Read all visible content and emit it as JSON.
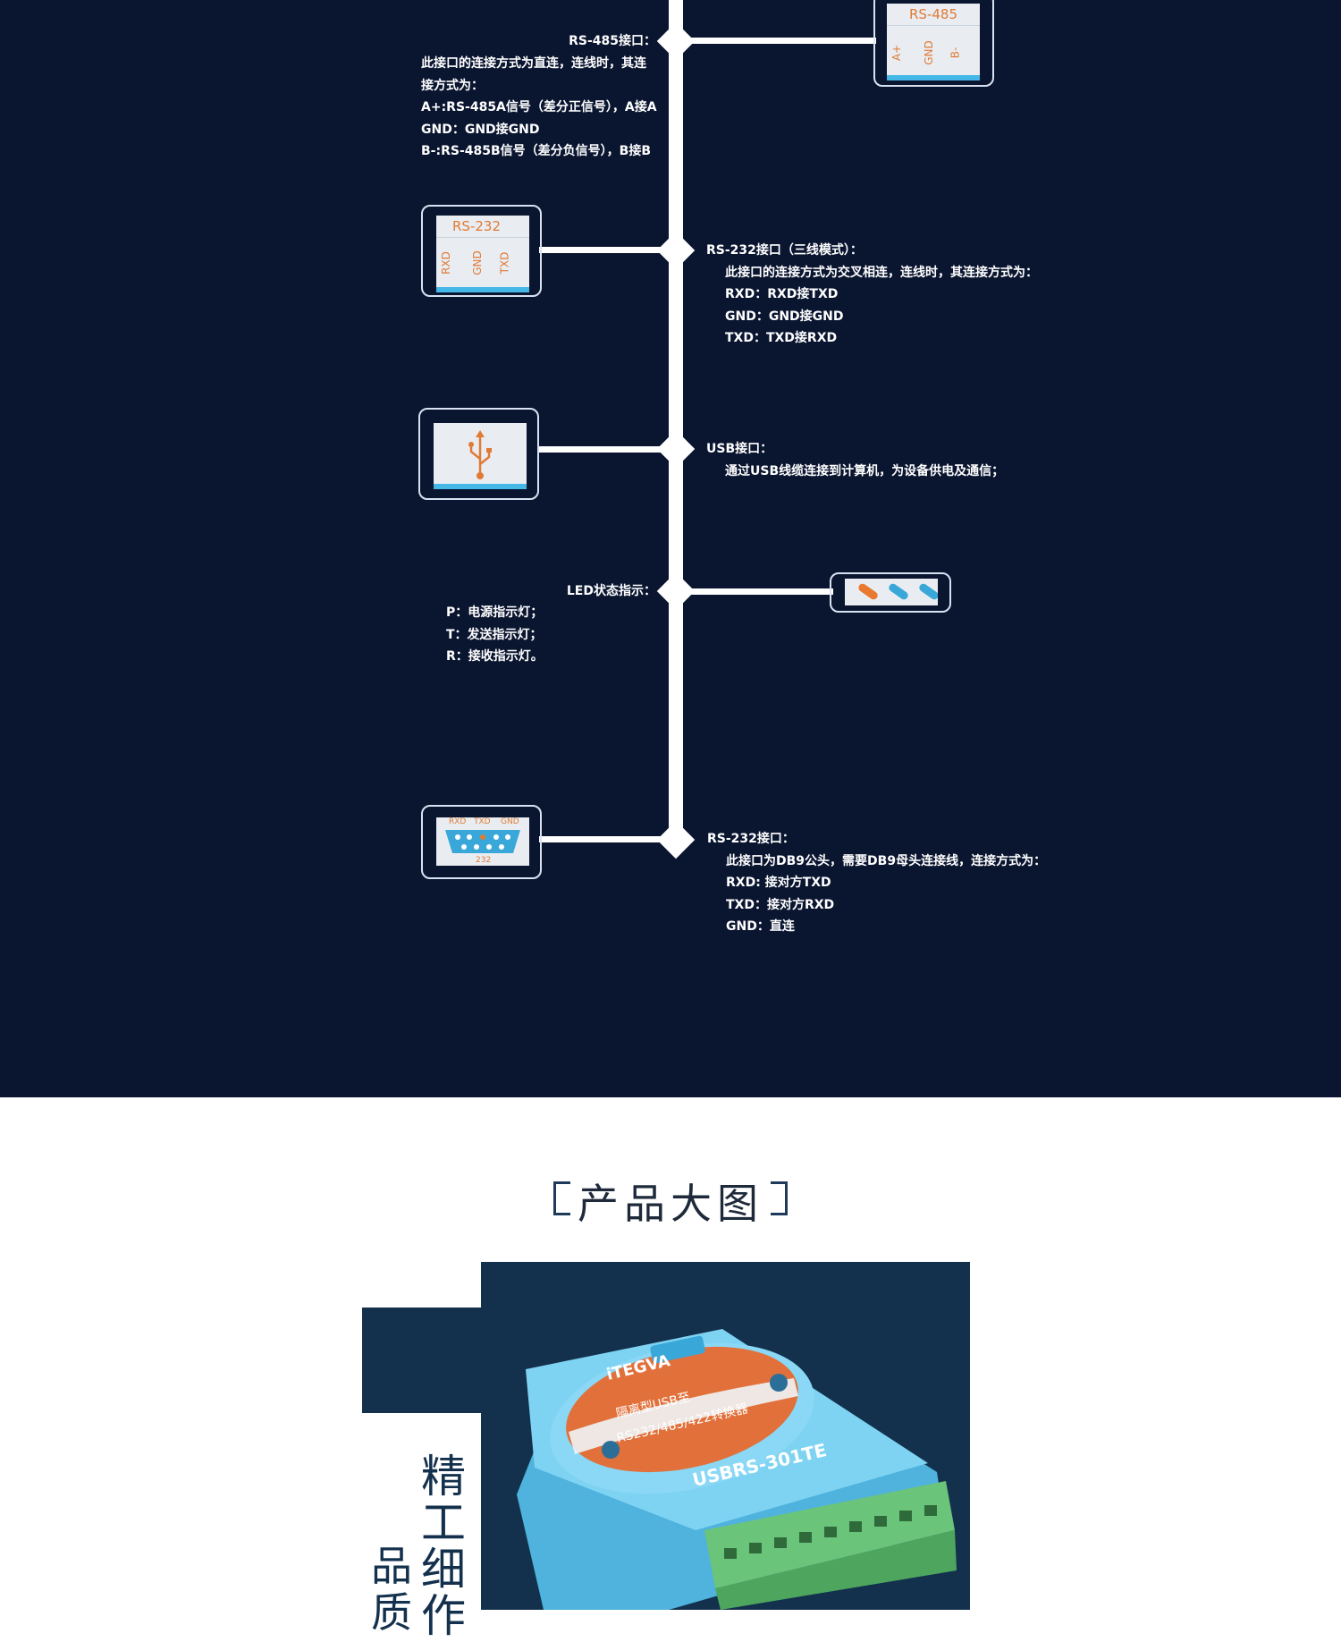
{
  "timeline": {
    "rs485": {
      "title": "RS-485接口：",
      "lines": [
        "此接口的连接方式为直连，连线时，其连",
        "接方式为：",
        "A+:RS-485A信号（差分正信号），A接A",
        "GND：GND接GND",
        "B-:RS-485B信号（差分负信号），B接B"
      ],
      "thumb": {
        "label": "RS-485",
        "pins": [
          "A+",
          "GND",
          "B-"
        ]
      }
    },
    "rs232_three": {
      "title": "RS-232接口（三线模式）：",
      "lines": [
        "此接口的连接方式为交叉相连，连线时，其连接方式为：",
        "RXD：RXD接TXD",
        "GND：GND接GND",
        "TXD：TXD接RXD"
      ],
      "thumb": {
        "label": "RS-232",
        "pins": [
          "RXD",
          "GND",
          "TXD"
        ]
      }
    },
    "usb": {
      "title": "USB接口：",
      "lines": [
        "通过USB线缆连接到计算机，为设备供电及通信；"
      ],
      "thumb": {
        "icon": "usb-icon"
      }
    },
    "led": {
      "title": "LED状态指示：",
      "lines": [
        "P：电源指示灯；",
        "T：发送指示灯；",
        "R：接收指示灯。"
      ],
      "thumb": {
        "led_colors": [
          "#e8792e",
          "#3aa7d9",
          "#3aa7d9"
        ]
      }
    },
    "rs232_db9": {
      "title": "RS-232接口：",
      "lines": [
        "此接口为DB9公头，需要DB9母头连接线，连接方式为：",
        "RXD:  接对方TXD",
        "TXD：接对方RXD",
        "GND：直连"
      ],
      "thumb": {
        "pins": [
          "RXD",
          "TXD",
          "GND"
        ],
        "label": "232"
      }
    }
  },
  "section": {
    "title": "产品大图",
    "side_chars_a": [
      "精",
      "工",
      "细",
      "作"
    ],
    "side_chars_b": [
      "品",
      "质"
    ]
  },
  "product": {
    "brand": "iTEGVA",
    "model": "USBRS-301TE",
    "subtitle1": "隔离型USB至",
    "subtitle2": "RS232/485/422转换器",
    "colors": {
      "body": "#6cc9ec",
      "label": "#e2703a",
      "terminal": "#6ac47a"
    }
  },
  "colors": {
    "dark_bg": "#0a1530",
    "navy": "#13314d",
    "accent": "#e07a35",
    "usb_strip": "#45b8e8"
  }
}
